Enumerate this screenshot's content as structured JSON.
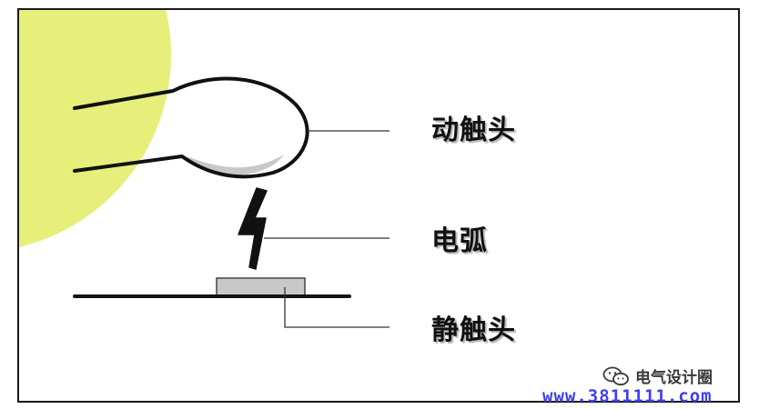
{
  "labels": {
    "moving_contact": "动触头",
    "arc": "电弧",
    "static_contact": "静触头"
  },
  "watermark": {
    "name": "电气设计圈",
    "icon": "wechat-icon",
    "url": "www.3811111.com"
  },
  "colors": {
    "background_circle": "#e6ef7a",
    "border": "#1a1a1a",
    "contact_fill": "#c8c8c8",
    "url_color": "#3d3df0"
  }
}
